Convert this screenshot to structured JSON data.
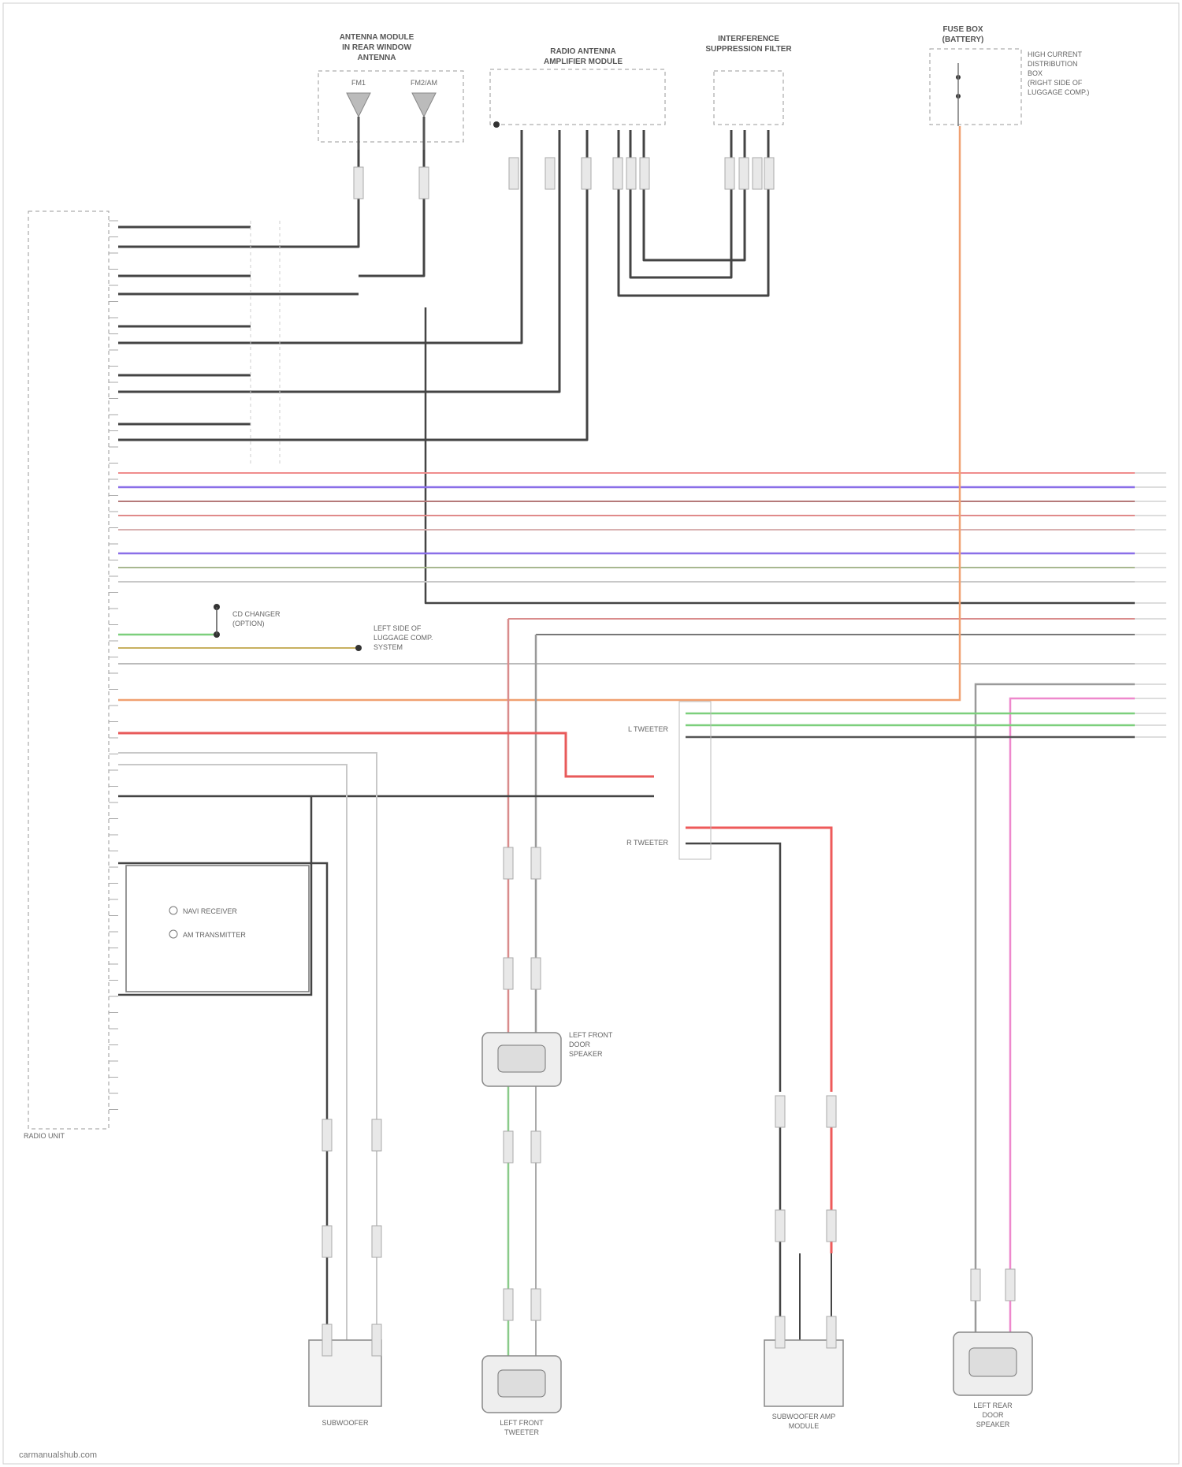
{
  "labels": {
    "antenna_top": [
      "ANTENNA MODULE",
      "IN REAR WINDOW",
      "ANTENNA"
    ],
    "antenna_fm": "FM1",
    "antenna_tv": "FM2/AM",
    "antenna_mid": [
      "RADIO ANTENNA",
      "AMPLIFIER MODULE"
    ],
    "antenna_right": [
      "INTERFERENCE",
      "SUPPRESSION FILTER"
    ],
    "fuse_box": [
      "FUSE BOX",
      "(BATTERY)"
    ],
    "fuse_side": [
      "HIGH CURRENT",
      "DISTRIBUTION",
      "BOX",
      "(RIGHT SIDE OF",
      "LUGGAGE COMP.)"
    ],
    "left_note": [
      "LEFT SIDE OF",
      "LUGGAGE COMP.",
      "SYSTEM"
    ],
    "cd_note": [
      "CD CHANGER",
      "(OPTION)"
    ],
    "unit_box": [
      "NAVI RECEIVER",
      "AM TRANSMITTER"
    ],
    "mid_tweeter": "L TWEETER",
    "mid_tweeter2": "R TWEETER",
    "speaker_left_front": [
      "LEFT FRONT",
      "DOOR",
      "SPEAKER"
    ],
    "speaker_bottom_1": "SUBWOOFER",
    "speaker_bottom_2": [
      "LEFT FRONT",
      "TWEETER"
    ],
    "speaker_bottom_3": [
      "SUBWOOFER AMP",
      "MODULE"
    ],
    "speaker_bottom_4": [
      "LEFT REAR",
      "DOOR",
      "SPEAKER"
    ],
    "module_name": "RADIO UNIT",
    "footer": "carmanualshub.com"
  }
}
